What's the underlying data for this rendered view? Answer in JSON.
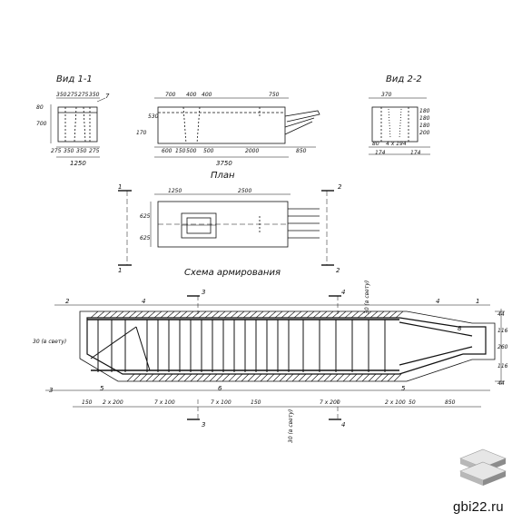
{
  "views": {
    "view_1_title": "Вид 1-1",
    "view_2_title": "Вид 2-2",
    "plan_title": "План",
    "scheme_title": "Схема армирования"
  },
  "view1": {
    "top_dims": [
      "350",
      "275",
      "275",
      "350"
    ],
    "bottom_dims": [
      "275",
      "350",
      "350",
      "275"
    ],
    "left_dims": [
      "80",
      "700"
    ],
    "total": "1250",
    "marker": "7"
  },
  "side_view": {
    "top_dims": [
      "700",
      "400",
      "400",
      "750"
    ],
    "left_dims": [
      "170",
      "530"
    ],
    "bottom_dims": [
      "600",
      "150",
      "500",
      "500",
      "2000",
      "850"
    ],
    "total": "3750"
  },
  "view2": {
    "top": "370",
    "right_dims": [
      "200",
      "180",
      "180",
      "180"
    ],
    "bottom_left": "80",
    "bottom_mid": "4 х 194",
    "bottom_l2": "174",
    "bottom_r2": "174"
  },
  "plan": {
    "top_dims": [
      "1250",
      "2500"
    ],
    "left_dims": [
      "625",
      "625"
    ],
    "cut_1": "1",
    "cut_2": "2"
  },
  "scheme": {
    "markers": [
      "2",
      "4",
      "3",
      "4",
      "4",
      "1",
      "8",
      "3",
      "5",
      "6",
      "5",
      "3",
      "4"
    ],
    "clearance_left": "30 (в свету)",
    "clearance_top": "30 (в свету)",
    "clearance_bottom": "30 (в свету)",
    "bottom_dims": [
      "150",
      "2 х 200",
      "7 х 100",
      "7 х 100",
      "150",
      "7 х 200",
      "2 х 100",
      "50",
      "850"
    ],
    "right_dims": [
      "44",
      "116",
      "260",
      "116",
      "44"
    ]
  },
  "brand": {
    "site": "gbi22.ru",
    "logo_icon": "stacked-slabs-icon"
  }
}
